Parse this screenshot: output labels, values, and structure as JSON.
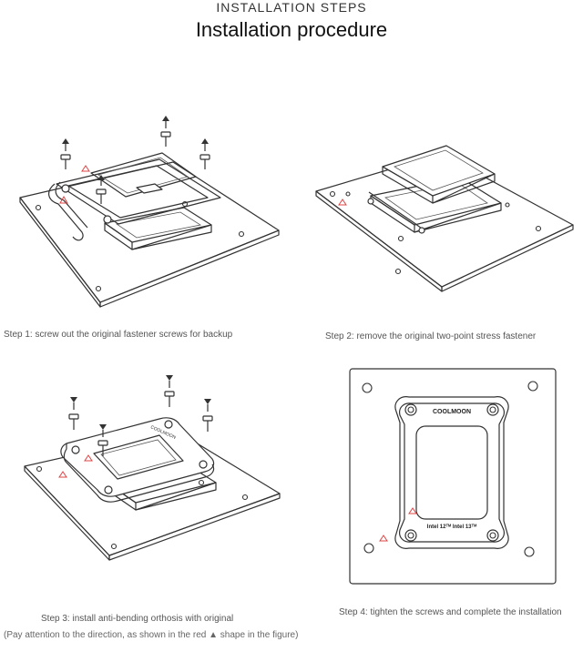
{
  "header": {
    "subtitle": "INSTALLATION STEPS",
    "title": "Installation procedure"
  },
  "steps": [
    {
      "caption": "Step 1: screw out the original fastener screws for backup"
    },
    {
      "caption": "Step 2: remove the original two-point stress fastener"
    },
    {
      "caption": "Step 3: install anti-bending orthosis with original",
      "note": "(Pay attention to the direction, as shown in the red ▲ shape in the figure)"
    },
    {
      "caption": "Step 4: tighten the screws and complete the installation"
    }
  ],
  "bracket": {
    "brand": "COOLMOON",
    "compat": "Intel 12ᵀᴹ Intel 13ᵀᴹ",
    "brand_small": "COOLMOON"
  },
  "colors": {
    "accent_marker": "#dd4444",
    "line": "#333333"
  }
}
